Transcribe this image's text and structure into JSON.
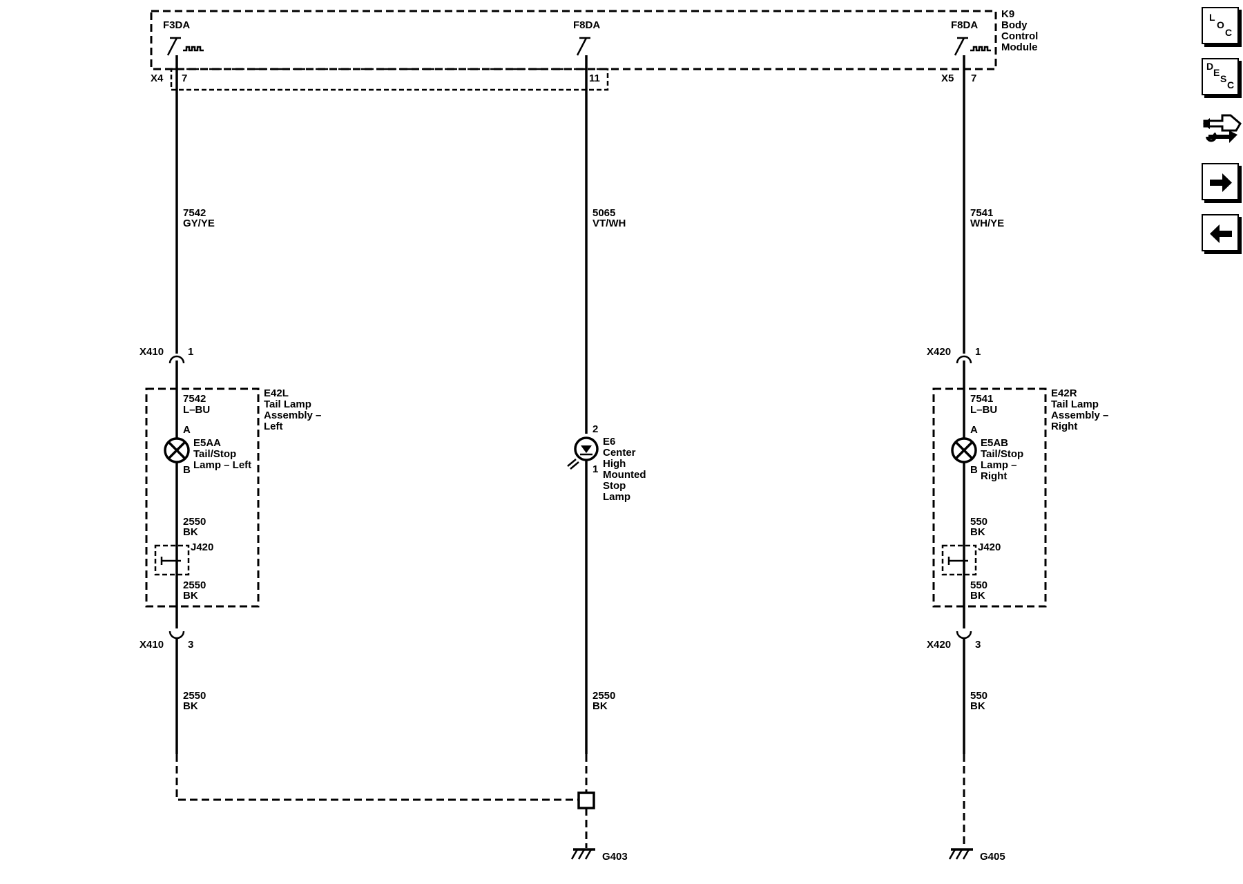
{
  "module": {
    "id": "K9",
    "name_lines": [
      "Body",
      "Control",
      "Module"
    ],
    "left_switch": "F3DA",
    "center_switch": "F8DA",
    "right_switch": "F8DA",
    "left_connector": "X4",
    "left_pin": "7",
    "center_pin": "11",
    "right_connector": "X5",
    "right_pin": "7"
  },
  "left": {
    "top_wire": [
      "7542",
      "GY/YE"
    ],
    "conn_top": "X410",
    "conn_top_pin": "1",
    "assembly_id": "E42L",
    "assembly_lines": [
      "Tail Lamp",
      "Assembly –",
      "Left"
    ],
    "inner_wire": [
      "7542",
      "L–BU"
    ],
    "pin_a": "A",
    "pin_b": "B",
    "lamp_id": "E5AA",
    "lamp_lines": [
      "Tail/Stop",
      "Lamp – Left"
    ],
    "ground_wire_1": [
      "2550",
      "BK"
    ],
    "splice": "J420",
    "ground_wire_2": [
      "2550",
      "BK"
    ],
    "conn_bottom": "X410",
    "conn_bottom_pin": "3",
    "bottom_wire": [
      "2550",
      "BK"
    ]
  },
  "center": {
    "top_wire": [
      "5065",
      "VT/WH"
    ],
    "lamp_pin_top": "2",
    "lamp_pin_bottom": "1",
    "lamp_id": "E6",
    "lamp_lines": [
      "Center",
      "High",
      "Mounted",
      "Stop",
      "Lamp"
    ],
    "bottom_wire": [
      "2550",
      "BK"
    ],
    "ground": "G403"
  },
  "right": {
    "top_wire": [
      "7541",
      "WH/YE"
    ],
    "conn_top": "X420",
    "conn_top_pin": "1",
    "assembly_id": "E42R",
    "assembly_lines": [
      "Tail Lamp",
      "Assembly –",
      "Right"
    ],
    "inner_wire": [
      "7541",
      "L–BU"
    ],
    "pin_a": "A",
    "pin_b": "B",
    "lamp_id": "E5AB",
    "lamp_lines": [
      "Tail/Stop",
      "Lamp –",
      "Right"
    ],
    "ground_wire_1": [
      "550",
      "BK"
    ],
    "splice": "J420",
    "ground_wire_2": [
      "550",
      "BK"
    ],
    "conn_bottom": "X420",
    "conn_bottom_pin": "3",
    "bottom_wire": [
      "550",
      "BK"
    ],
    "ground": "G405"
  },
  "nav": {
    "loc": [
      "L",
      "O",
      "C"
    ],
    "desc": [
      "D",
      "E",
      "S",
      "C"
    ],
    "tools_icon": "connector-tool-icon",
    "next_icon": "arrow-right-icon",
    "prev_icon": "arrow-left-icon"
  }
}
